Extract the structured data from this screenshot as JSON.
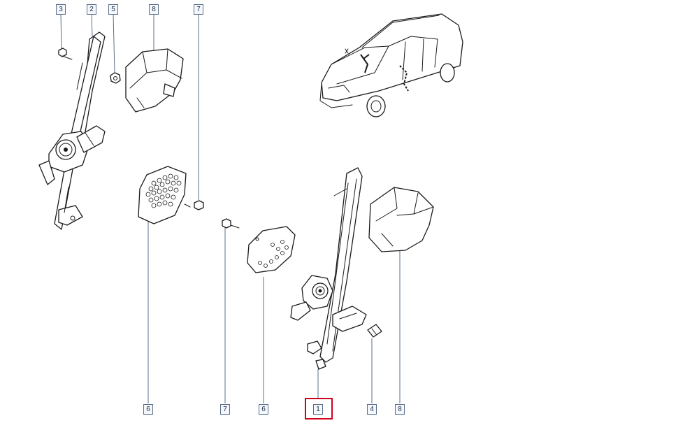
{
  "diagram": {
    "callouts": [
      {
        "id": "c-3-top",
        "number": "3"
      },
      {
        "id": "c-2-top",
        "number": "2"
      },
      {
        "id": "c-5-top",
        "number": "5"
      },
      {
        "id": "c-8-top",
        "number": "8"
      },
      {
        "id": "c-7-top",
        "number": "7"
      },
      {
        "id": "c-6-left",
        "number": "6"
      },
      {
        "id": "c-7-bottom",
        "number": "7"
      },
      {
        "id": "c-6-mid",
        "number": "6"
      },
      {
        "id": "c-1-bottom",
        "number": "1"
      },
      {
        "id": "c-4-bottom",
        "number": "4"
      },
      {
        "id": "c-8-bottom",
        "number": "8"
      }
    ],
    "selected_callout": "1",
    "colors": {
      "line_art": "#1a1a1a",
      "leader_line": "#5a6f8c",
      "callout_border": "#5a6f8c",
      "highlight": "#d0021b"
    }
  }
}
